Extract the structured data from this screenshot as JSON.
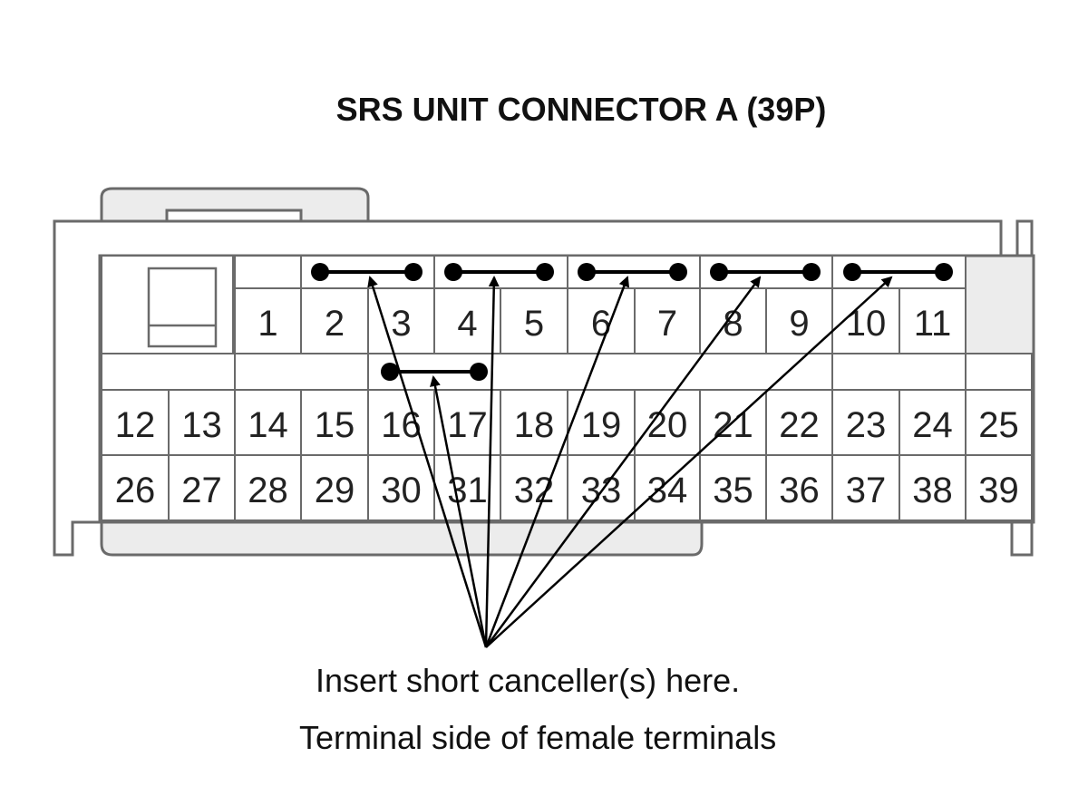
{
  "title": "SRS UNIT CONNECTOR A (39P)",
  "caption": "Insert short canceller(s) here.",
  "subcaption": "Terminal side of female terminals",
  "terminals": {
    "top_row": [
      "1",
      "2",
      "3",
      "4",
      "5",
      "6",
      "7",
      "8",
      "9",
      "10",
      "11"
    ],
    "middle_row": [
      "12",
      "13",
      "14",
      "15",
      "16",
      "17",
      "18",
      "19",
      "20",
      "21",
      "22",
      "23",
      "24",
      "25"
    ],
    "bottom_row": [
      "26",
      "27",
      "28",
      "29",
      "30",
      "31",
      "32",
      "33",
      "34",
      "35",
      "36",
      "37",
      "38",
      "39"
    ]
  },
  "short_cancellers": [
    [
      "2",
      "3"
    ],
    [
      "4",
      "5"
    ],
    [
      "6",
      "7"
    ],
    [
      "8",
      "9"
    ],
    [
      "10",
      "11"
    ],
    [
      "16",
      "17"
    ]
  ],
  "colors": {
    "outline": "#6a6a6a",
    "housing_fill": "#ececec",
    "cell_fill": "#ffffff",
    "connector_bar": "#000000",
    "text": "#111111"
  }
}
